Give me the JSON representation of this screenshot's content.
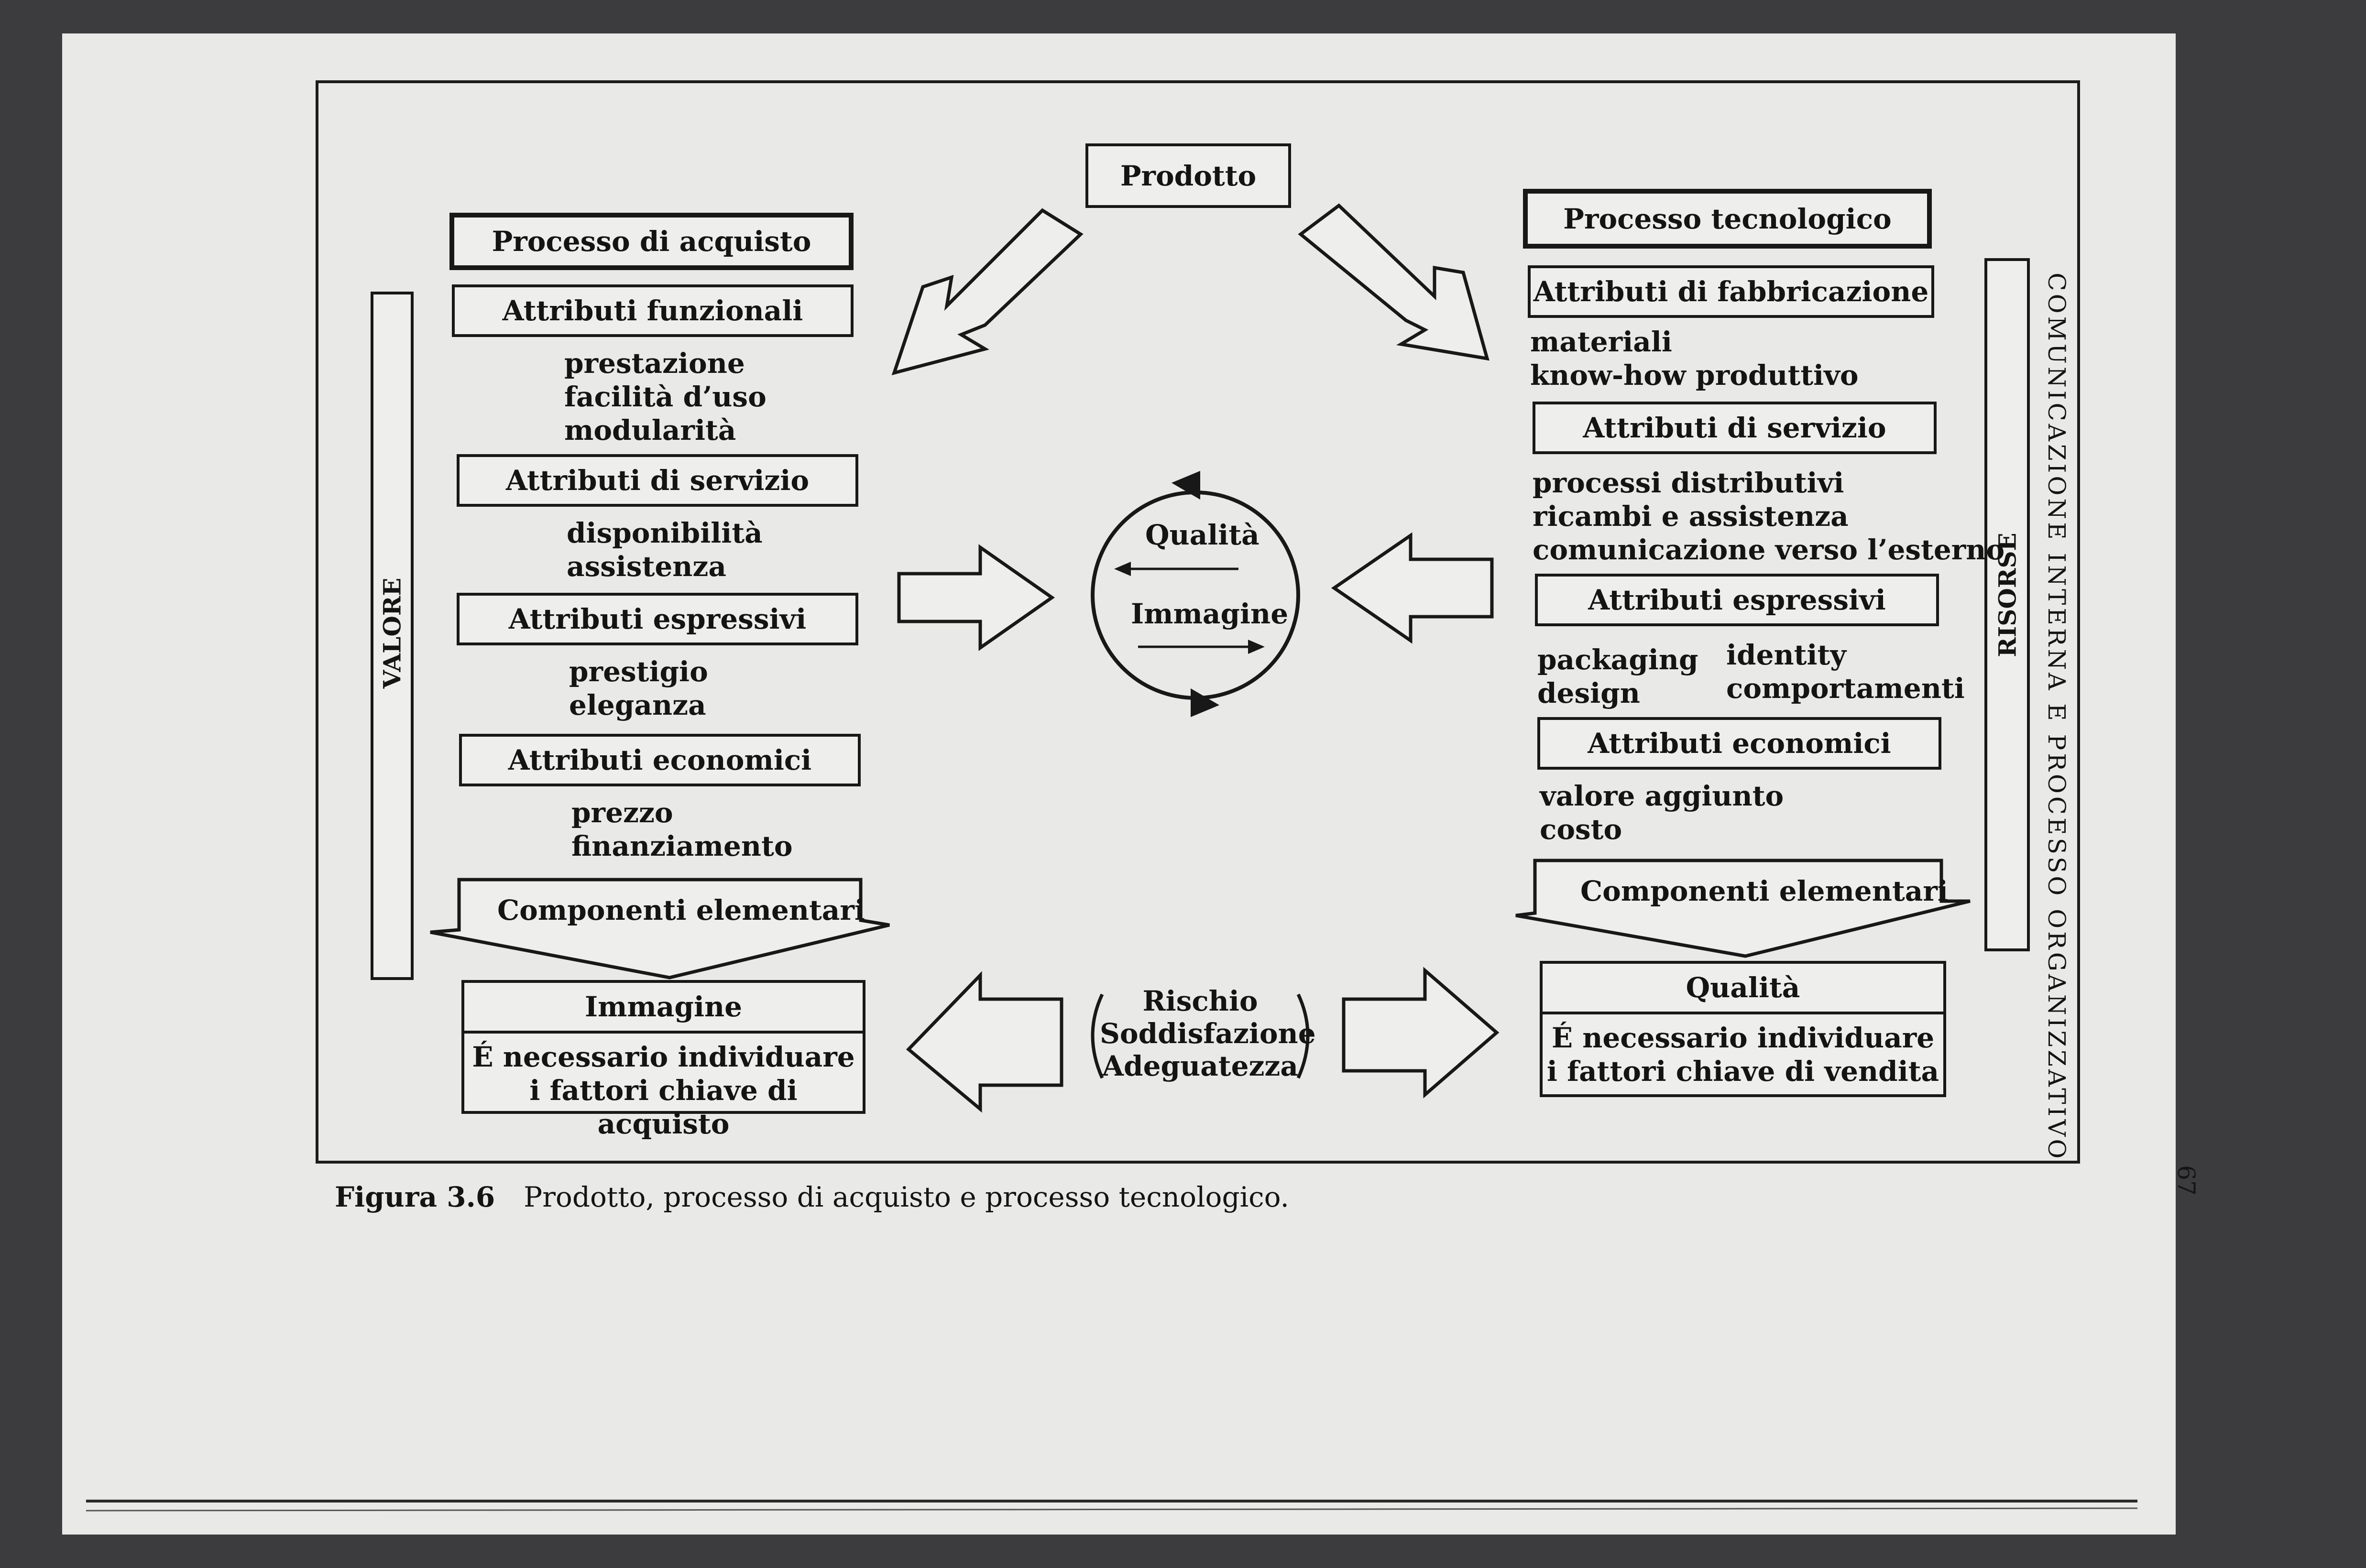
{
  "running_header": "COMUNICAZIONE INTERNA E PROCESSO ORGANIZZATIVO",
  "page_number": "67",
  "diagram": {
    "prodotto": "Prodotto",
    "left": {
      "side_label": "VALORE",
      "title": "Processo di acquisto",
      "groups": [
        {
          "label": "Attributi funzionali",
          "items": [
            "prestazione",
            "facilità d’uso",
            "modularità"
          ]
        },
        {
          "label": "Attributi di servizio",
          "items": [
            "disponibilità",
            "assistenza"
          ]
        },
        {
          "label": "Attributi espressivi",
          "items": [
            "prestigio",
            "eleganza"
          ]
        },
        {
          "label": "Attributi economici",
          "items": [
            "prezzo",
            "finanziamento"
          ]
        }
      ],
      "funnel": "Componenti elementari",
      "result_title": "Immagine",
      "result_text": [
        "É necessario individuare",
        "i fattori chiave di acquisto"
      ]
    },
    "right": {
      "side_label": "RISORSE",
      "title": "Processo tecnologico",
      "groups": [
        {
          "label": "Attributi di fabbricazione",
          "items": [
            "materiali",
            "know-how produttivo"
          ]
        },
        {
          "label": "Attributi di servizio",
          "items": [
            "processi distributivi",
            "ricambi e assistenza",
            "comunicazione verso l’esterno"
          ]
        },
        {
          "label": "Attributi espressivi",
          "items_col1": [
            "packaging",
            "design"
          ],
          "items_col2": [
            "identity",
            "comportamenti"
          ]
        },
        {
          "label": "Attributi economici",
          "items": [
            "valore aggiunto",
            "costo"
          ]
        }
      ],
      "funnel": "Componenti elementari",
      "result_title": "Qualità",
      "result_text": [
        "É necessario individuare",
        "i fattori chiave di vendita"
      ]
    },
    "center": {
      "top": "Qualità",
      "bottom": "Immagine"
    },
    "bottom_center": [
      "Rischio",
      "Soddisfazione",
      "Adeguatezza"
    ]
  },
  "caption": {
    "label": "Figura 3.6",
    "text": "Prodotto, processo di acquisto e processo tecnologico."
  }
}
